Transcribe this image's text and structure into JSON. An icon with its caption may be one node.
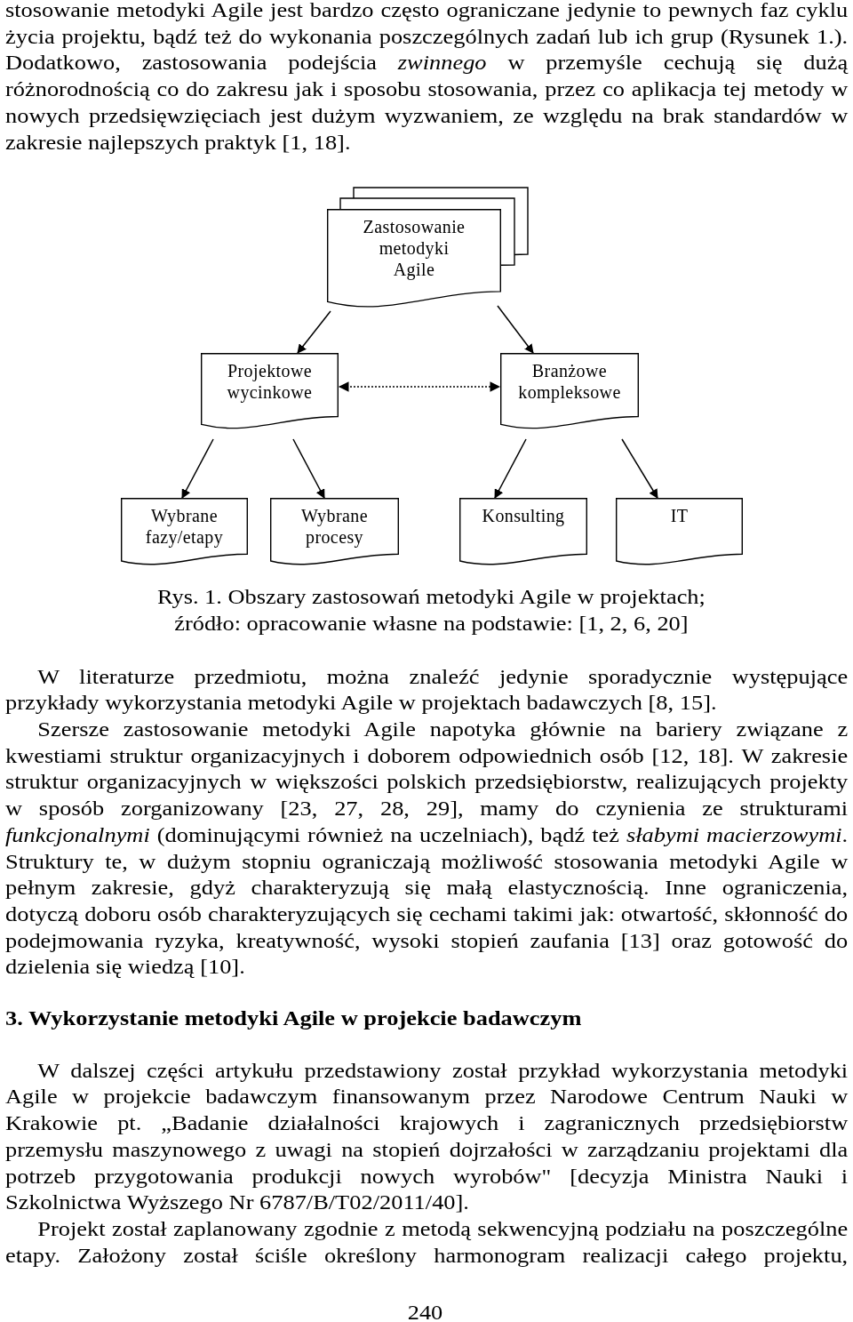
{
  "diagram": {
    "caption": "Rys. 1. Obszary zastosowań metodyki Agile w projektach; źródło: opracowanie własne na podstawie: [1, 2, 6, 20]",
    "nodes": [
      {
        "text": [
          "Zastosowanie metodyki Agile"
        ]
      },
      {
        "text": [
          "Projektowe wycinkowe"
        ]
      },
      {
        "text": [
          "Branżowe kompleksowe"
        ]
      },
      {
        "text": [
          "Wybrane fazy/etapy"
        ]
      },
      {
        "text": [
          "Wybrane procesy"
        ]
      },
      {
        "text": [
          "Konsulting"
        ]
      },
      {
        "text": [
          "IT"
        ]
      }
    ],
    "edges": [
      {
        "from": 0,
        "to": 1,
        "arrow": "to"
      },
      {
        "from": 0,
        "to": 2,
        "arrow": "to"
      },
      {
        "from": 1,
        "to": 2,
        "arrow": "both",
        "style": "dashed"
      },
      {
        "from": 1,
        "to": 3,
        "arrow": "to"
      },
      {
        "from": 1,
        "to": 4,
        "arrow": "to"
      },
      {
        "from": 2,
        "to": 5,
        "arrow": "to"
      },
      {
        "from": 2,
        "to": 6,
        "arrow": "to"
      }
    ],
    "labels": [
      "stosowanie metodyki Agile jest bardzo często ograniczane jedynie to pewnych faz cyklu życia projektu, bądź też do wykonania poszczególnych zadań lub ich grup (Rysunek 1.).",
      "Dodatkowo, zastosowania podejścia *zwinnego* w przemyśle cechują się dużą różnorodnością co do zakresu jak i sposobu stosowania, przez co aplikacja tej metody w nowych przedsięwzięciach jest dużym wyzwaniem, ze względu na brak standardów w zakresie najlepszych praktyk [1, 18].",
      "W literaturze przedmiotu, można znaleźć jedynie sporadycznie występujące przykłady wykorzystania metodyki Agile w projektach badawczych [8, 15].",
      "Szersze zastosowanie metodyki Agile napotyka głównie na bariery związane z kwestiami struktur organizacyjnych i doborem odpowiednich osób [12, 18]. W zakresie struktur organizacyjnych w większości polskich przedsiębiorstw, realizujących projekty w sposób zorganizowany [23, 27, 28, 29], mamy do czynienia ze strukturami *funkcjonalnymi* (dominującymi również na uczelniach), bądź też *słabymi macierzowymi*. Struktury te, w dużym stopniu ograniczają możliwość stosowania metodyki Agile w pełnym zakresie, gdyż charakteryzują się małą elastycznością. Inne ograniczenia, dotyczą doboru osób charakteryzujących się cechami takimi jak: otwartość, skłonność do podejmowania ryzyka, kreatywność, wysoki stopień zaufania [13] oraz gotowość do dzielenia się wiedzą [10].",
      "3. Wykorzystanie metodyki Agile w projekcie badawczym",
      "W dalszej części artykułu przedstawiony został przykład wykorzystania metodyki Agile w projekcie badawczym finansowanym przez Narodowe Centrum Nauki w Krakowie pt. „Badanie działalności krajowych i zagranicznych przedsiębiorstw przemysłu maszynowego z uwagi na stopień dojrzałości w zarządzaniu projektami dla potrzeb przygotowania produkcji nowych wyrobów\" [decyzja Ministra Nauki i Szkolnictwa Wyższego Nr 6787/B/T02/2011/40].",
      "Projekt został zaplanowany zgodnie z metodą sekwencyjną podziału na poszczególne etapy. Założony został ściśle określony harmonogram realizacji całego projektu,",
      "240"
    ]
  }
}
